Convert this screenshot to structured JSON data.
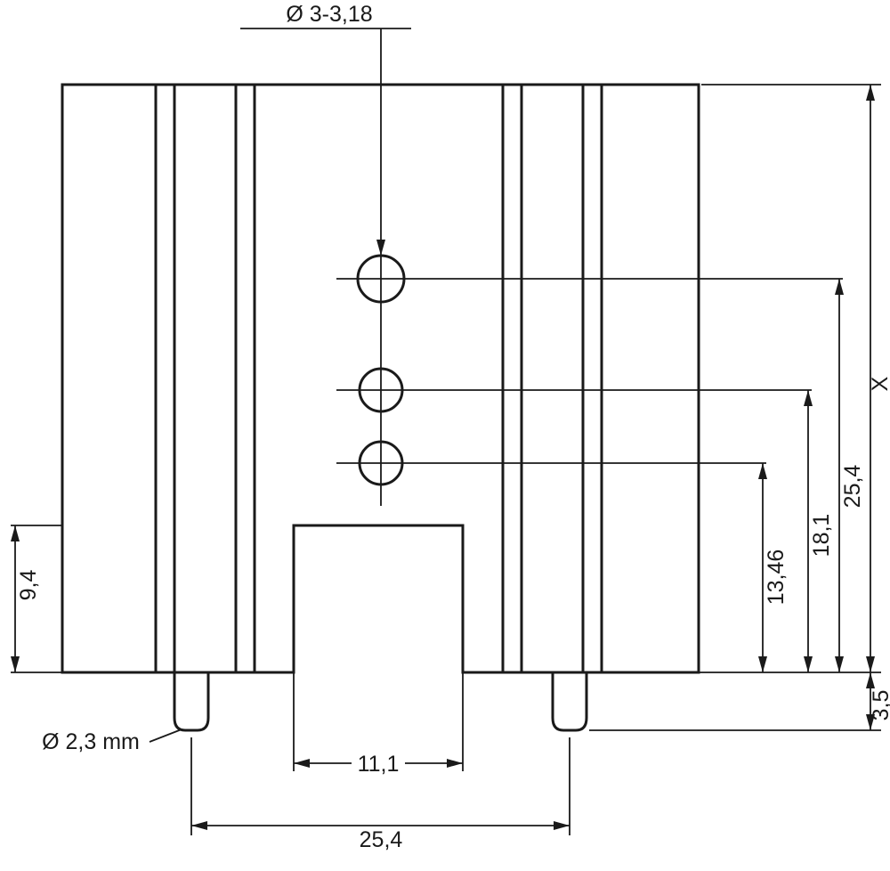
{
  "drawing": {
    "kind": "technical-dimension-drawing",
    "subject": "heatsink-profile-with-mounting-holes-and-solder-pins",
    "colors": {
      "line": "#1a1a1a",
      "background": "#ffffff"
    },
    "labels": {
      "hole_spec": "Ø 3-3,18",
      "flange_height": "9,4",
      "pin_diameter": "Ø 2,3 mm",
      "slot_width": "11,1",
      "pin_spacing": "25,4",
      "hole_bottom_offset": "13,46",
      "hole_middle_offset": "18,1",
      "hole_top_offset": "25,4",
      "overall_height": "X",
      "pin_protrusion": "3,5"
    }
  }
}
